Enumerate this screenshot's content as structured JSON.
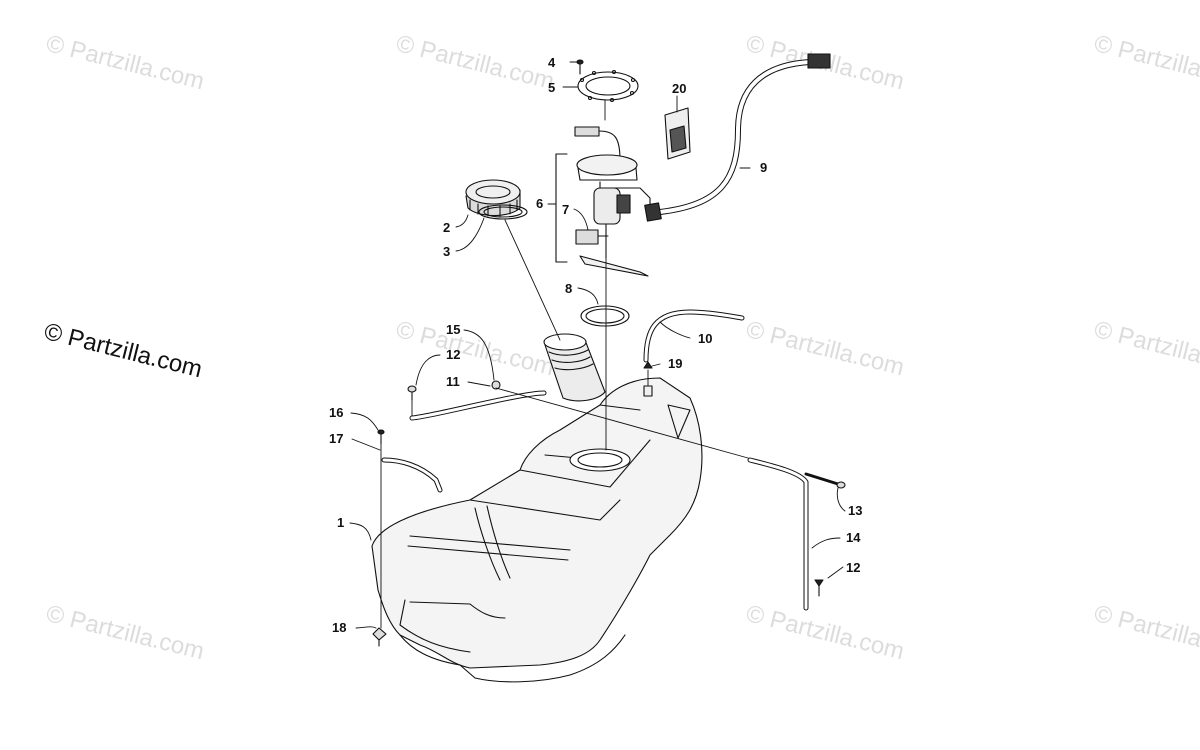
{
  "watermark": {
    "text": "© Partzilla.com",
    "main_text": "© Partzilla.com"
  },
  "callouts": {
    "c1": "1",
    "c2": "2",
    "c3": "3",
    "c4": "4",
    "c5": "5",
    "c6": "6",
    "c7": "7",
    "c8": "8",
    "c9": "9",
    "c10": "10",
    "c11": "11",
    "c12a": "12",
    "c12b": "12",
    "c13": "13",
    "c14": "14",
    "c15": "15",
    "c16": "16",
    "c17": "17",
    "c18": "18",
    "c19": "19",
    "c20": "20"
  }
}
